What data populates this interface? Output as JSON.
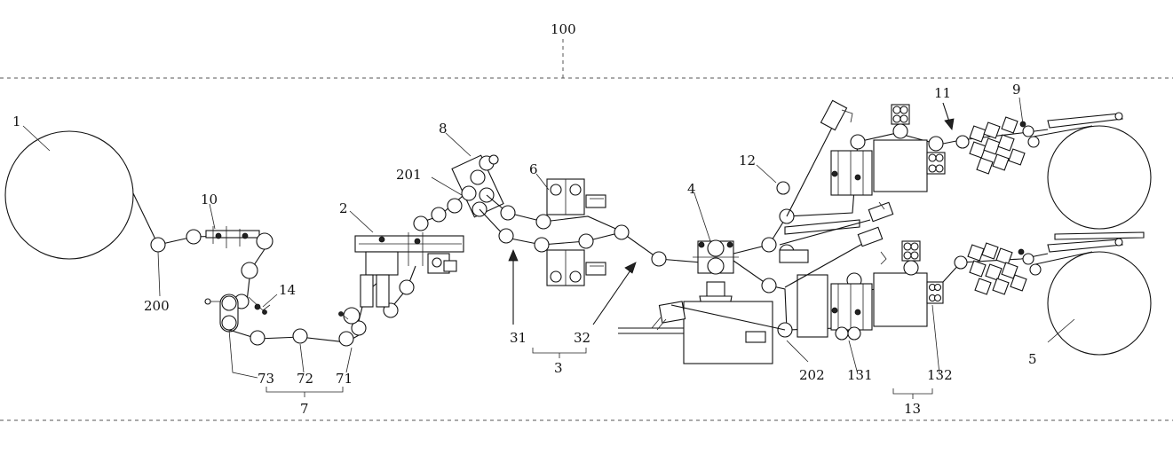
{
  "labels": {
    "l100": "100",
    "l1": "1",
    "l200": "200",
    "l10": "10",
    "l14": "14",
    "l73": "73",
    "l72": "72",
    "l71": "71",
    "l7": "7",
    "l2": "2",
    "l201": "201",
    "l8": "8",
    "l6": "6",
    "l31": "31",
    "l32": "32",
    "l3": "3",
    "l4": "4",
    "l12": "12",
    "l202": "202",
    "l131": "131",
    "l132": "132",
    "l13": "13",
    "l11": "11",
    "l9": "9",
    "l5": "5"
  }
}
